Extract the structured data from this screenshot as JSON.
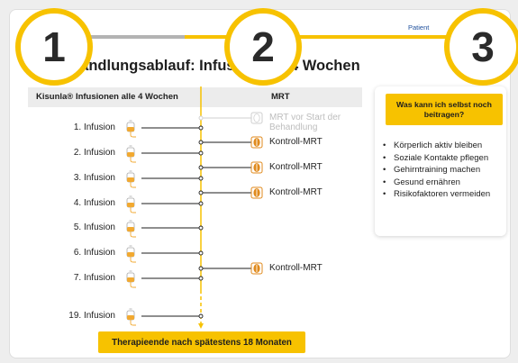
{
  "title": "Behandlungsablauf: Infusion alle 4 Wochen",
  "step_numbers": [
    "1",
    "2",
    "3"
  ],
  "patient_label": "Patient",
  "header": {
    "infusions": "Kisunla® Infusionen alle 4 Wochen",
    "mri": "MRT"
  },
  "infusions": [
    "1. Infusion",
    "2. Infusion",
    "3. Infusion",
    "4. Infusion",
    "5. Infusion",
    "6. Infusion",
    "7. Infusion",
    "19. Infusion"
  ],
  "mri_events": [
    {
      "label": "MRT vor Start der Behandlung",
      "muted": true
    },
    {
      "label": "Kontroll-MRT",
      "muted": false
    },
    {
      "label": "Kontroll-MRT",
      "muted": false
    },
    {
      "label": "Kontroll-MRT",
      "muted": false
    },
    {
      "label": "Kontroll-MRT",
      "muted": false
    }
  ],
  "tips": {
    "heading": "Was kann ich selbst noch beitragen?",
    "items": [
      "Körperlich aktiv bleiben",
      "Soziale Kontakte pflegen",
      "Gehirntraining machen",
      "Gesund ernähren",
      "Risikofaktoren vermeiden"
    ]
  },
  "end_banner": "Therapieende nach spätestens 18 Monaten",
  "colors": {
    "accent": "#f7c200",
    "grey_track": "#b3b3b3",
    "mri_icon": "#e08a1c",
    "patient_text": "#1d4f9c"
  },
  "icons": {
    "infusion": "infusion-bag-icon",
    "mri": "mri-scanner-icon"
  }
}
